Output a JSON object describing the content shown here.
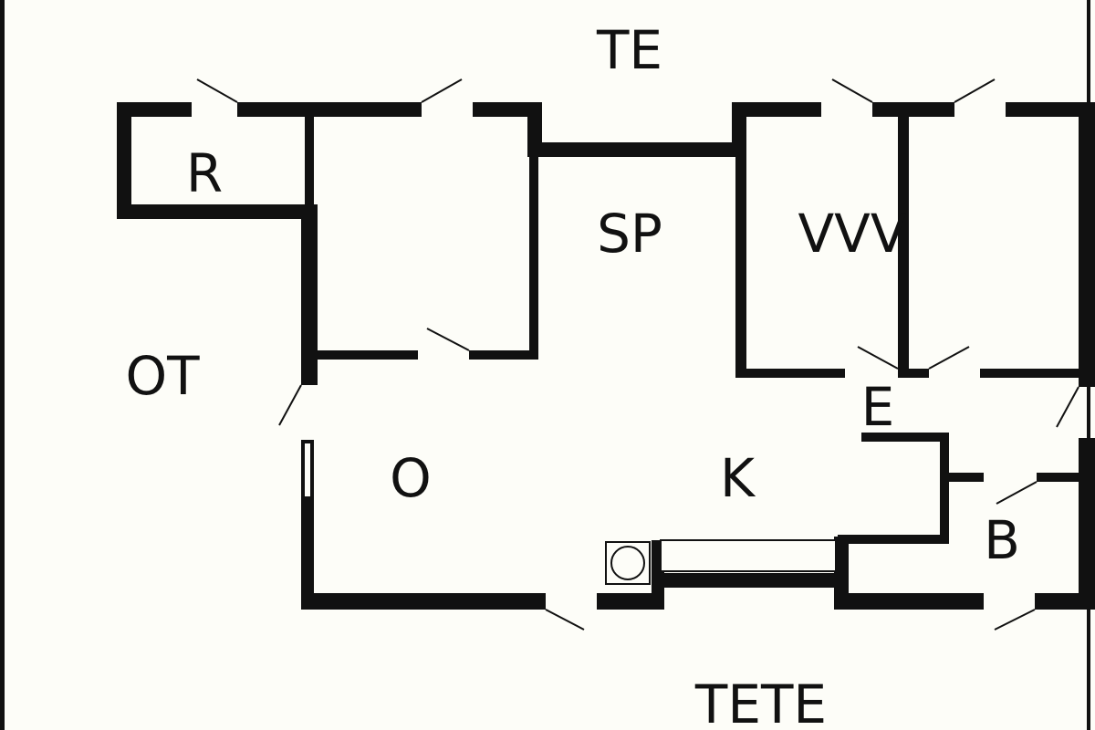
{
  "rooms": {
    "te": "TE",
    "r": "R",
    "sp": "SP",
    "vvv": "VVV",
    "ot": "OT",
    "e": "E",
    "o": "O",
    "k": "K",
    "b": "B",
    "tete": "TETE"
  },
  "colors": {
    "background": "#fdfdf8",
    "wall": "#111111"
  }
}
